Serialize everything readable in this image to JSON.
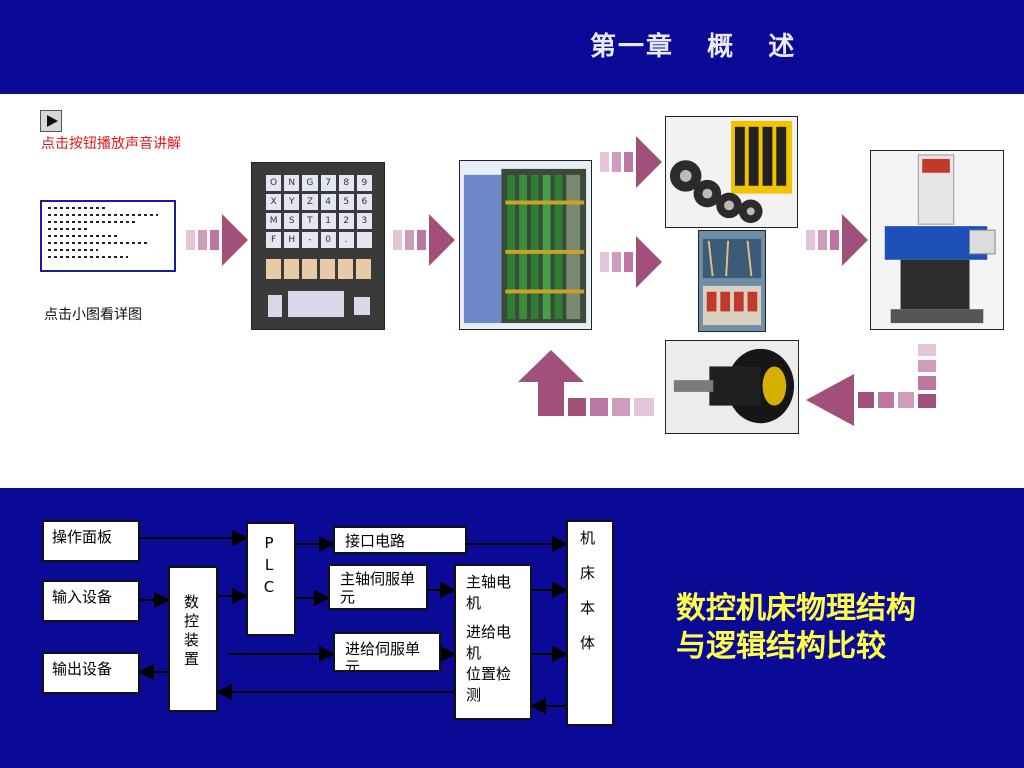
{
  "header": {
    "chapter_title": "第一章   概   述"
  },
  "photo_panel": {
    "play_button_icon": "play-icon",
    "audio_hint": "点击按钮播放声音讲解",
    "thumbnail_hint": "点击小图看详图",
    "photos": [
      {
        "name": "operation-keypad-photo"
      },
      {
        "name": "cnc-controller-cabinet-photo"
      },
      {
        "name": "servo-motors-drives-photo"
      },
      {
        "name": "wiring-relays-photo"
      },
      {
        "name": "machine-tool-photo"
      },
      {
        "name": "rotary-encoder-photo"
      }
    ],
    "keypad_keys": [
      "O",
      "N",
      "G",
      "7",
      "8",
      "9",
      "X",
      "Y",
      "Z",
      "4",
      "5",
      "6",
      "M",
      "S",
      "T",
      "1",
      "2",
      "3",
      "F",
      "H",
      "-",
      "0",
      ".",
      ""
    ]
  },
  "diagram": {
    "nodes": {
      "operation_panel": "操作面板",
      "input_device": "输入设备",
      "output_device": "输出设备",
      "cnc_device": "数控装置",
      "plc": "PLC",
      "interface_circuit": "接口电路",
      "spindle_servo_unit": "主轴伺服单元",
      "feed_servo_unit": "进给伺服单元",
      "spindle_motor": "主轴电机",
      "feed_motor": "进给电机",
      "position_detection": "位置检测",
      "machine_body": "机床本体"
    },
    "compare_title_line1": "数控机床物理结构",
    "compare_title_line2": "与逻辑结构比较"
  },
  "colors": {
    "background": "#0a0a96",
    "arrow": "#a0507a",
    "title_yellow": "#ffff4a",
    "hint_red": "#e01818"
  }
}
